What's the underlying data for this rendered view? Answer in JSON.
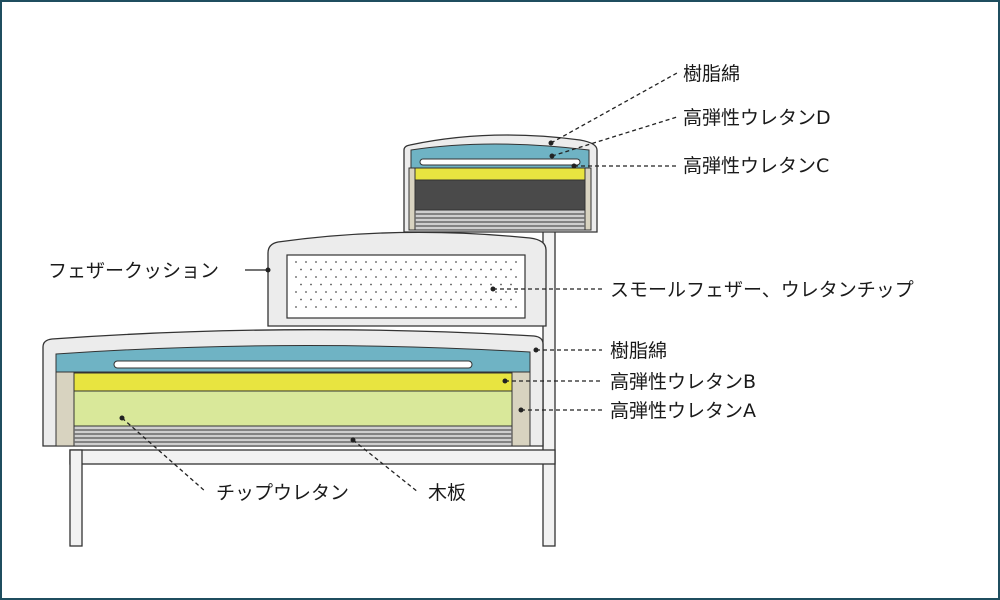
{
  "labels": {
    "top_resin_cotton": "樹脂綿",
    "top_hr_urethane_d": "高弾性ウレタンD",
    "top_hr_urethane_c": "高弾性ウレタンC",
    "feather_cushion": "フェザークッション",
    "small_feather_chip": "スモールフェザー、ウレタンチップ",
    "seat_resin_cotton": "樹脂綿",
    "seat_hr_urethane_b": "高弾性ウレタンB",
    "seat_hr_urethane_a": "高弾性ウレタンA",
    "chip_urethane": "チップウレタン",
    "wood_board": "木板"
  },
  "colors": {
    "frame_border": "#1f4e5f",
    "outline": "#333333",
    "cover": "#ececec",
    "resin_cotton": "#6fb3c4",
    "hr_urethane_yellow": "#e8e440",
    "chip_urethane_green": "#d9e89a",
    "dark_urethane": "#4a4a4a",
    "wood_stripe": "#8c8c8c",
    "side_panel": "#d8d3c0"
  }
}
